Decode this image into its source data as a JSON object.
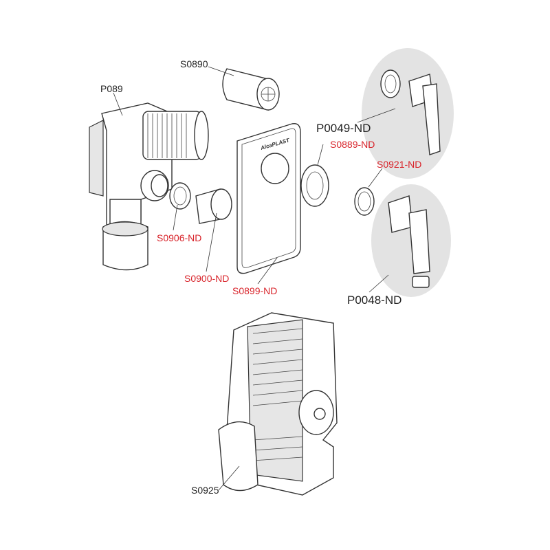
{
  "labels": {
    "s0890": "S0890",
    "p089": "P089",
    "p0049": "P0049-ND",
    "s0889": "S0889-ND",
    "s0921": "S0921-ND",
    "s0906": "S0906-ND",
    "s0900": "S0900-ND",
    "s0899": "S0899-ND",
    "p0048": "P0048-ND",
    "s0925": "S0925"
  },
  "logo": "AlcaPLAST",
  "colors": {
    "red_label": "#d8232a",
    "highlight": "#e3e3e3"
  }
}
